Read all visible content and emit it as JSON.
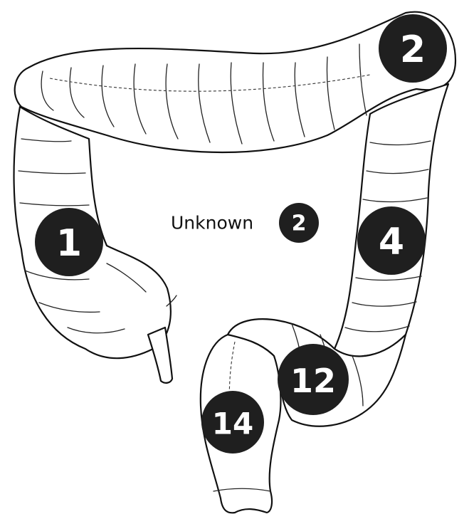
{
  "badges": {
    "ascending": "1",
    "hepatic_flexure": "2",
    "descending": "4",
    "sigmoid": "12",
    "rectum": "14"
  },
  "legend": {
    "label": "Unknown",
    "count": "2"
  },
  "colors": {
    "badge_fill": "#1f1f1f",
    "outline": "#111111"
  }
}
